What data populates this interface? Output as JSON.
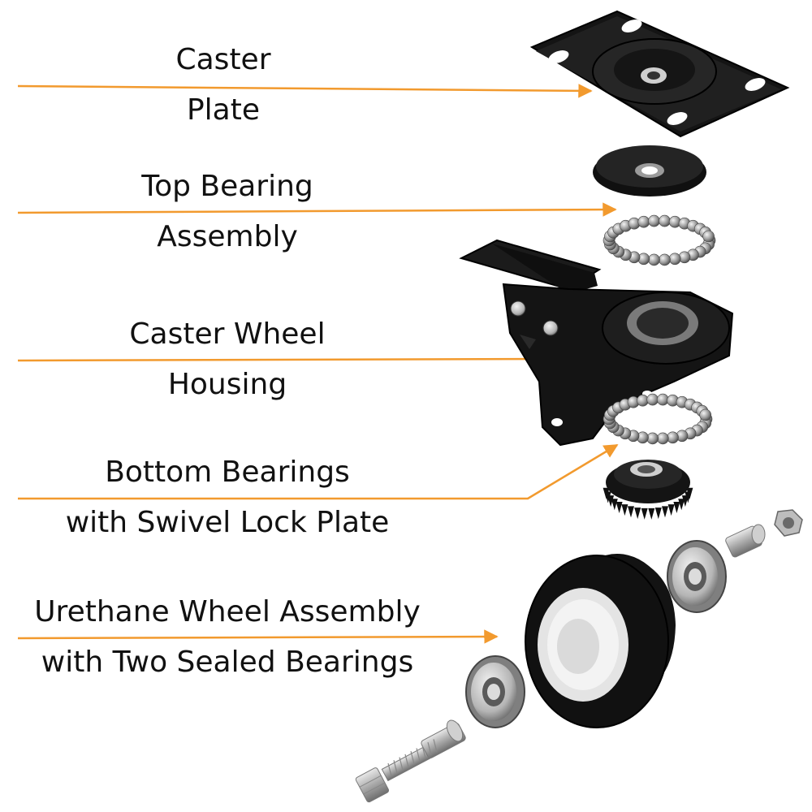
{
  "accent_color": "#f29a2e",
  "labels": [
    {
      "line1": "Caster",
      "line2": "Plate"
    },
    {
      "line1": "Top Bearing",
      "line2": "Assembly"
    },
    {
      "line1": "Caster Wheel",
      "line2": "Housing"
    },
    {
      "line1": "Bottom Bearings",
      "line2": "with Swivel Lock Plate"
    },
    {
      "line1": "Urethane Wheel Assembly",
      "line2": "with Two Sealed Bearings"
    }
  ]
}
